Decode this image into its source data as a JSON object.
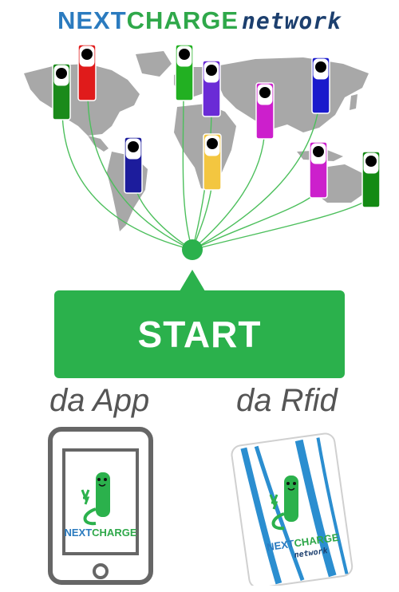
{
  "logo": {
    "part1": "NEXT",
    "part2": "CHARGE",
    "part3": "network"
  },
  "start": {
    "label": "START"
  },
  "methods": {
    "app_label": "da App",
    "rfid_label": "da Rfid"
  },
  "phone_brand": {
    "part1": "NEXT",
    "part2": "CHARGE"
  },
  "card_brand": {
    "part1": "NEXT",
    "part2": "CHARGE",
    "part3": "network"
  },
  "colors": {
    "accent_green": "#2bb14c",
    "brand_blue": "#2b7bbf",
    "map_gray": "#a6a6a6",
    "line_green": "#4cbf5c"
  },
  "chargers": [
    {
      "color": "#1a8a1a",
      "name": "charger-green-americas"
    },
    {
      "color": "#e01b1b",
      "name": "charger-red-north"
    },
    {
      "color": "#22b022",
      "name": "charger-green-europe"
    },
    {
      "color": "#6a2bd6",
      "name": "charger-purple-europe"
    },
    {
      "color": "#cc1fcc",
      "name": "charger-magenta-asia"
    },
    {
      "color": "#1a1acc",
      "name": "charger-blue-asia"
    },
    {
      "color": "#1c1c9c",
      "name": "charger-navy-south-america"
    },
    {
      "color": "#f3c640",
      "name": "charger-yellow-africa"
    },
    {
      "color": "#cc20cc",
      "name": "charger-magenta-indonesia"
    },
    {
      "color": "#138a13",
      "name": "charger-green-australia"
    }
  ]
}
